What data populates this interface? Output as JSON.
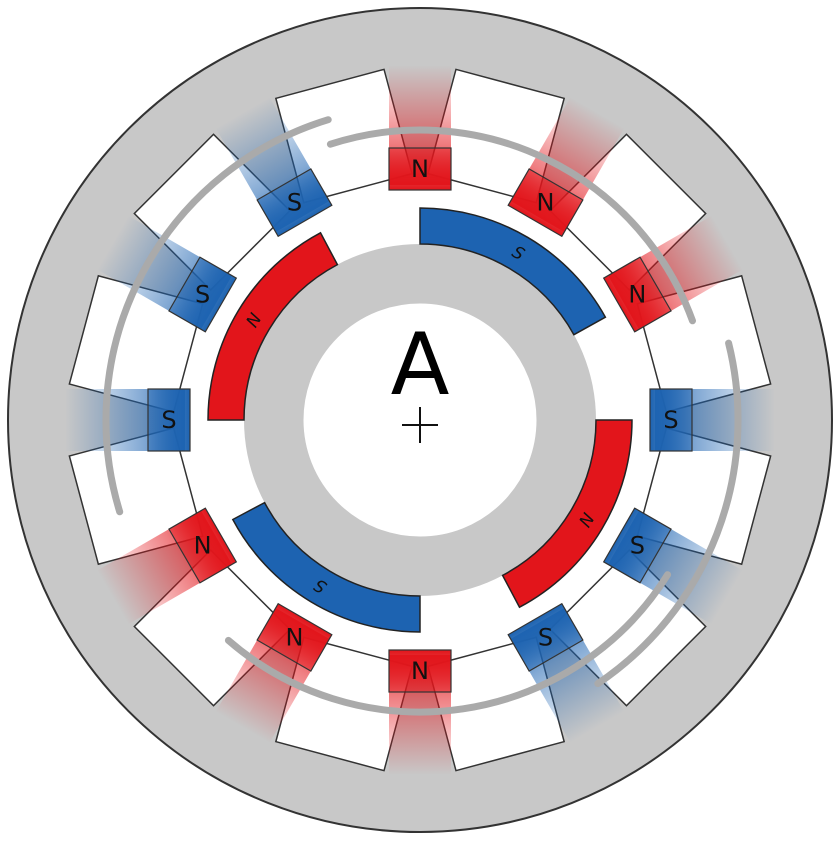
{
  "rotor": {
    "label": "A"
  },
  "colors": {
    "stator": "#c8c8c8",
    "outline": "#333333",
    "north": "#e2151b",
    "south": "#1d63b1",
    "north_fade": "#eaa090",
    "south_fade": "#aec6e2",
    "flux_path": "#aaaaaa",
    "background": "#ffffff"
  },
  "stator_poles": [
    {
      "id": "top",
      "label": "N",
      "polarity": "N"
    },
    {
      "id": "upper-right-1",
      "label": "N",
      "polarity": "N"
    },
    {
      "id": "upper-right-2",
      "label": "N",
      "polarity": "N"
    },
    {
      "id": "right",
      "label": "S",
      "polarity": "S"
    },
    {
      "id": "lower-right-1",
      "label": "S",
      "polarity": "S"
    },
    {
      "id": "lower-right-2",
      "label": "S",
      "polarity": "S"
    },
    {
      "id": "bottom",
      "label": "N",
      "polarity": "N"
    },
    {
      "id": "lower-left-2",
      "label": "N",
      "polarity": "N"
    },
    {
      "id": "lower-left-1",
      "label": "N",
      "polarity": "N"
    },
    {
      "id": "left",
      "label": "S",
      "polarity": "S"
    },
    {
      "id": "upper-left-2",
      "label": "S",
      "polarity": "S"
    },
    {
      "id": "upper-left-1",
      "label": "S",
      "polarity": "S"
    }
  ],
  "rotor_magnets": [
    {
      "id": "upper-right",
      "label": "S",
      "polarity": "S"
    },
    {
      "id": "lower-right",
      "label": "N",
      "polarity": "N"
    },
    {
      "id": "lower-left",
      "label": "S",
      "polarity": "S"
    },
    {
      "id": "upper-left",
      "label": "N",
      "polarity": "N"
    }
  ]
}
